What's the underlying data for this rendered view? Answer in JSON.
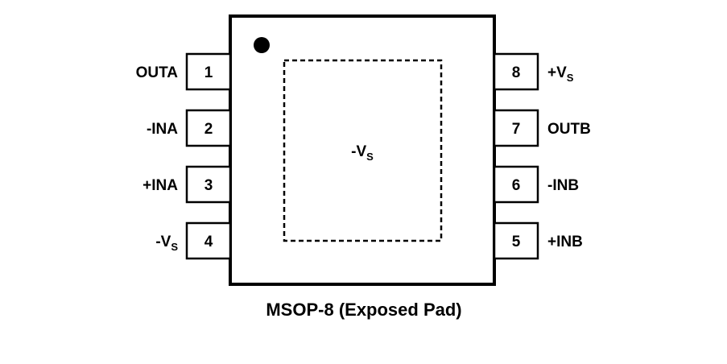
{
  "package": {
    "title": "MSOP-8 (Exposed Pad)",
    "exposed_pad": {
      "label": "-V",
      "sub": "S"
    },
    "pins_left": [
      {
        "number": "1",
        "label": "OUTA",
        "sub": ""
      },
      {
        "number": "2",
        "label": "-INA",
        "sub": ""
      },
      {
        "number": "3",
        "label": "+INA",
        "sub": ""
      },
      {
        "number": "4",
        "label": "-V",
        "sub": "S"
      }
    ],
    "pins_right": [
      {
        "number": "8",
        "label": "+V",
        "sub": "S"
      },
      {
        "number": "7",
        "label": "OUTB",
        "sub": ""
      },
      {
        "number": "6",
        "label": "-INB",
        "sub": ""
      },
      {
        "number": "5",
        "label": "+INB",
        "sub": ""
      }
    ]
  }
}
